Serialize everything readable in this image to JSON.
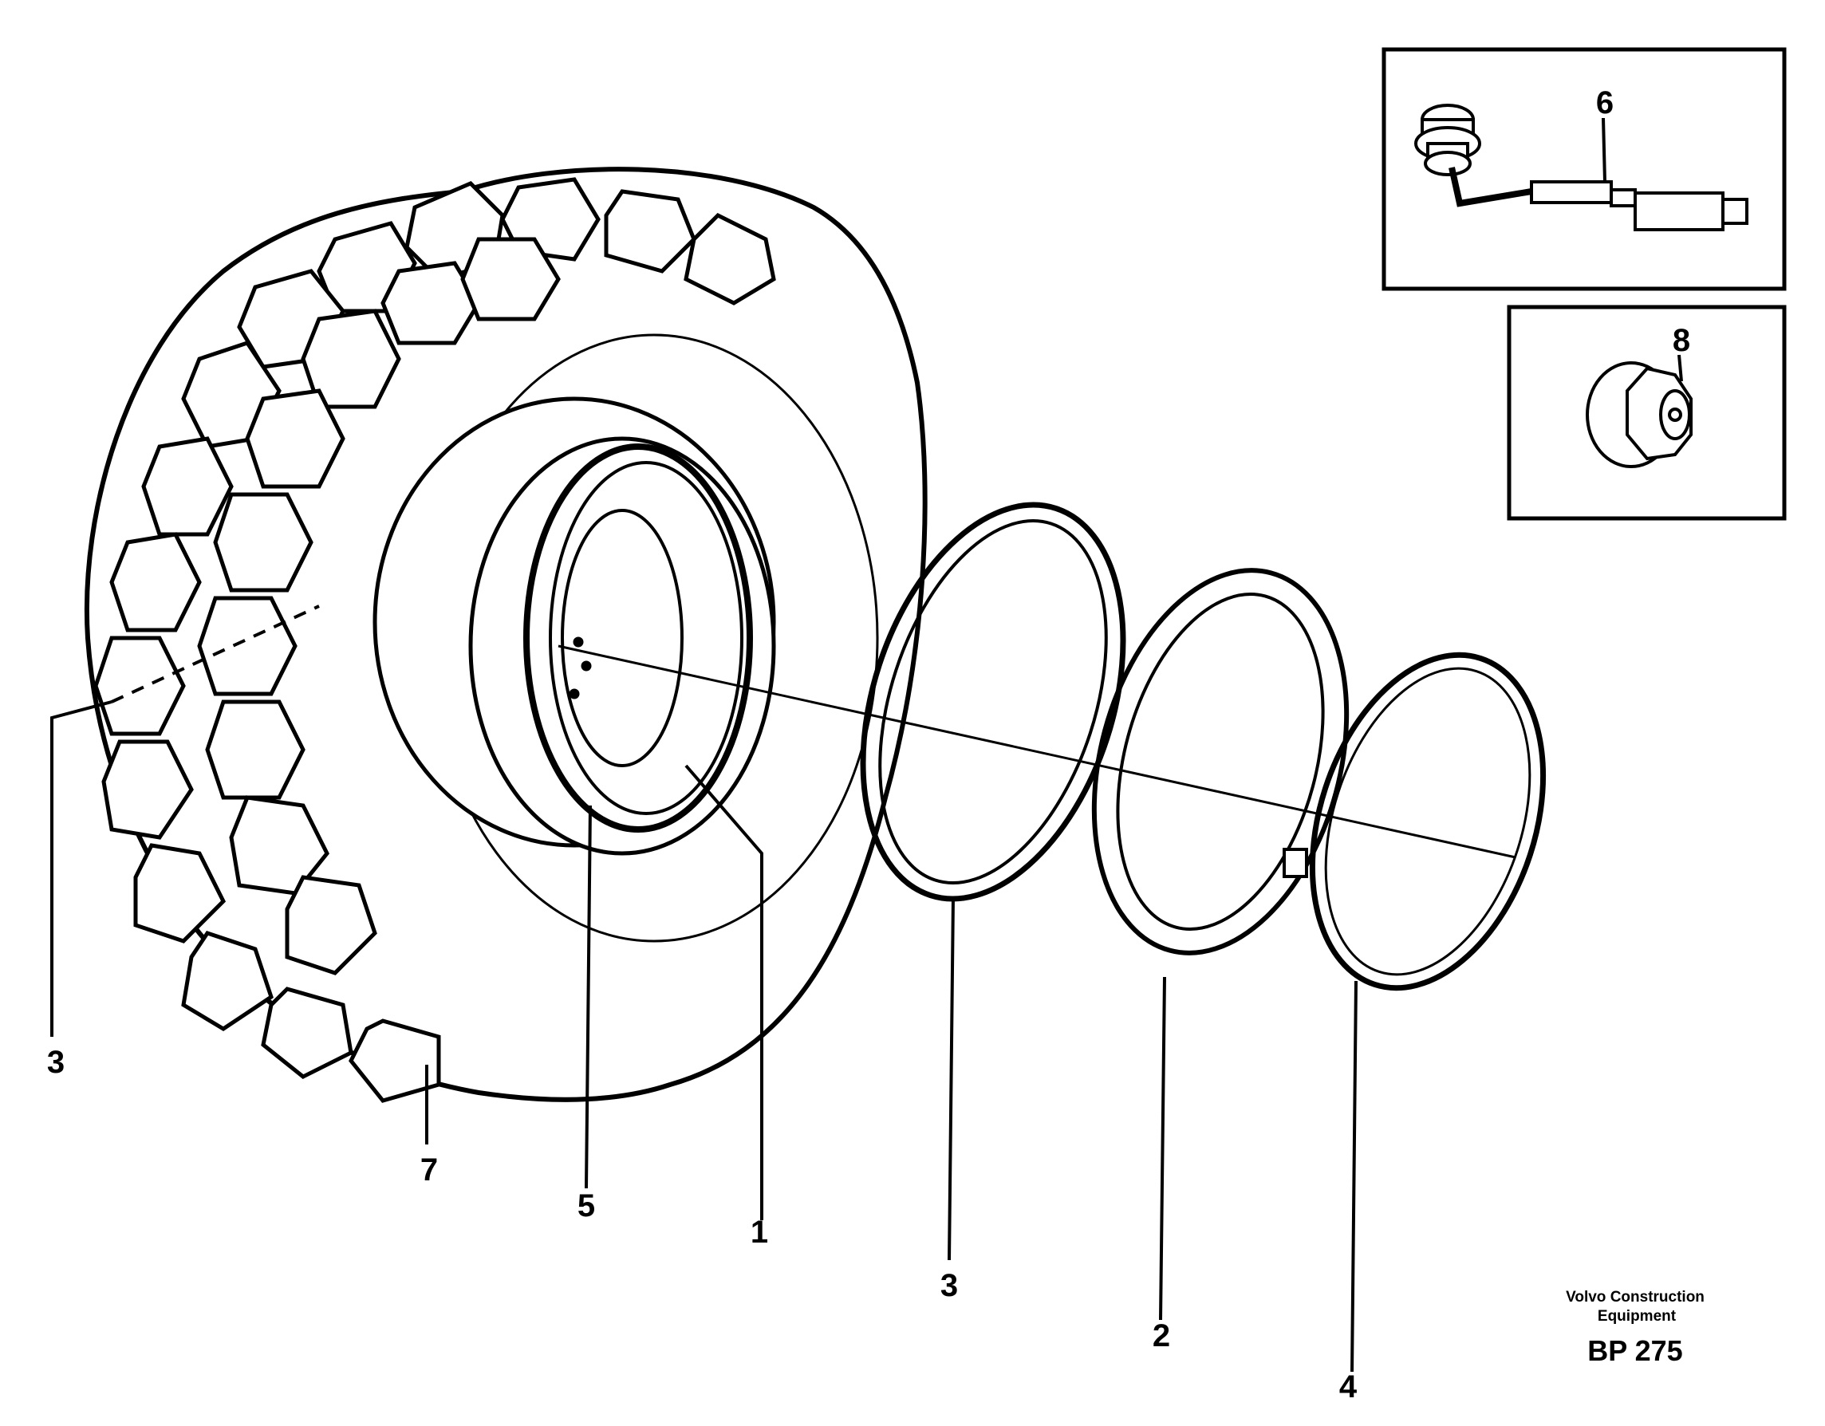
{
  "callouts": {
    "c1": "1",
    "c2": "2",
    "c3_left": "3",
    "c3_ring": "3",
    "c4": "4",
    "c5": "5",
    "c6": "6",
    "c7": "7",
    "c8": "8"
  },
  "footer": {
    "company_line1": "Volvo Construction",
    "company_line2": "Equipment",
    "code": "BP 275"
  }
}
